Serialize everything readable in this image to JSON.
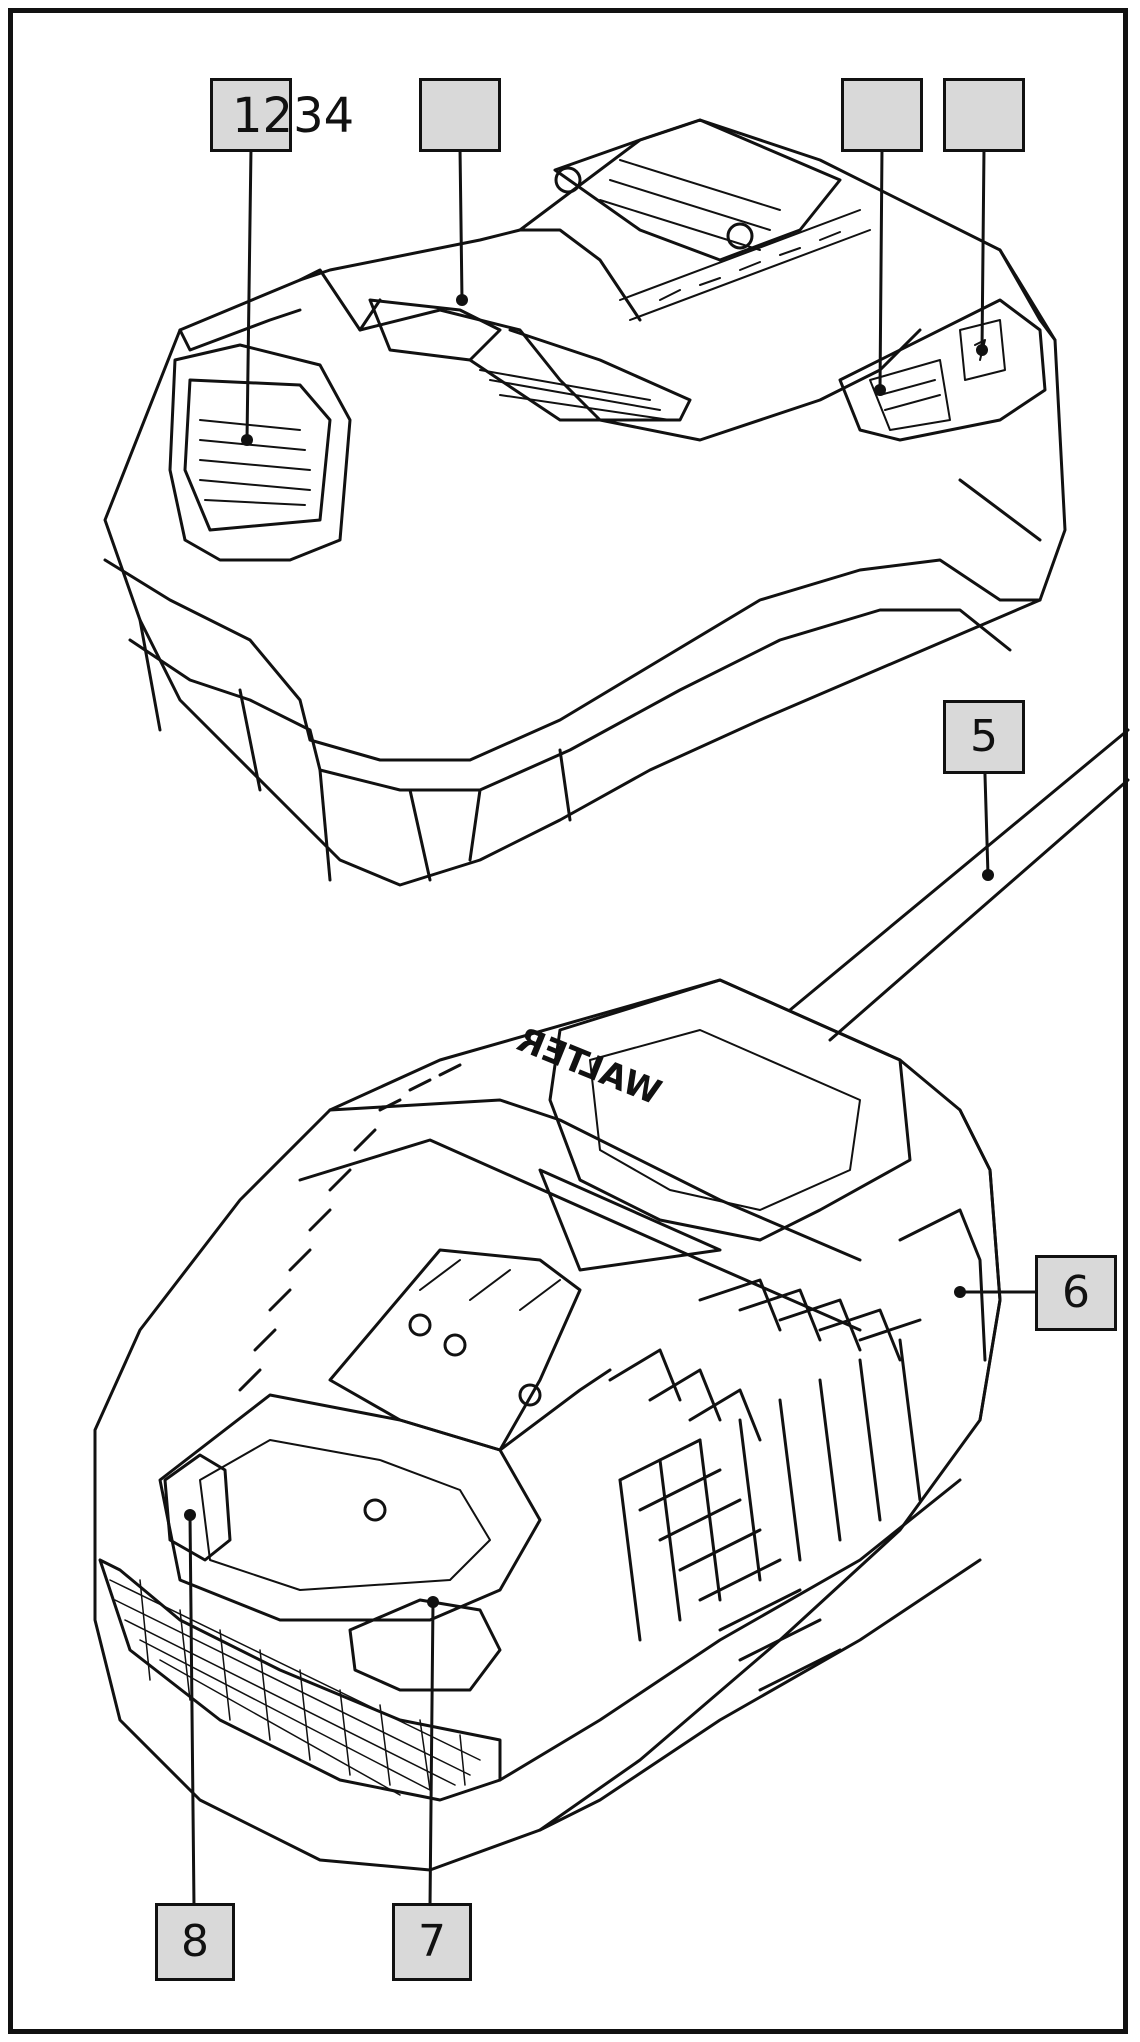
{
  "callouts": {
    "c1": "",
    "c2": "",
    "c3": "",
    "c4": "",
    "c5": "5",
    "c6": "6",
    "c7": "7",
    "c8": "8"
  },
  "overlay_text": "1234",
  "branding": {
    "charger_logo": "WALTER"
  },
  "colors": {
    "line": "#111111",
    "callout_fill": "#d9d9d9",
    "background": "#ffffff"
  }
}
